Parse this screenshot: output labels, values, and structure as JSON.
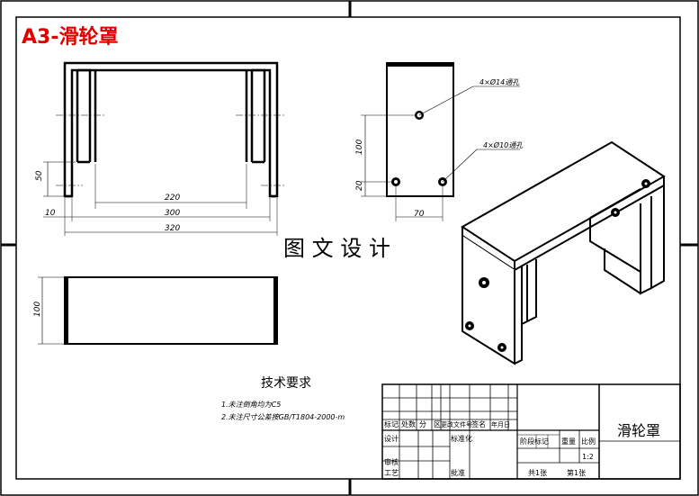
{
  "header": {
    "title": "A3-滑轮罩",
    "title_color": "#e00000"
  },
  "watermark": "图 文 设 计",
  "front_view": {
    "dims": {
      "d50": "50",
      "d10": "10",
      "d220": "220",
      "d300": "300",
      "d320": "320"
    }
  },
  "side_view": {
    "note_holes_14": "4×Ø14通孔",
    "note_holes_10": "4×Ø10通孔",
    "dims": {
      "d100": "100",
      "d20": "20",
      "d70": "70"
    }
  },
  "top_view": {
    "dims": {
      "d100": "100"
    }
  },
  "tech_requirements": {
    "heading": "技术要求",
    "items": [
      "1.未注倒角均为C5",
      "2.未注尺寸公差按GB/T1804-2000-m"
    ]
  },
  "title_block": {
    "part_name": "滑轮罩",
    "labels": {
      "mark": "标记",
      "count": "处数",
      "zone": "分",
      "doc_no": "区",
      "change_doc": "更改文件号",
      "sign": "签名",
      "date": "年月日",
      "design": "设计",
      "standardize": "标准化",
      "stage": "阶段标记",
      "weight": "重量",
      "scale": "比例",
      "scale_value": "1:2",
      "check": "审核",
      "process": "工艺",
      "approve": "批准",
      "sheets_total": "共1张",
      "sheet_no": "第1张"
    }
  }
}
